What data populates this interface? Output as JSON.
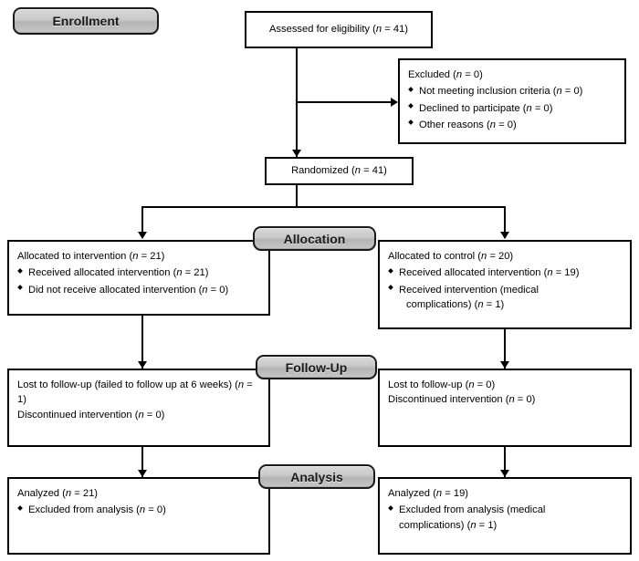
{
  "diagram": {
    "title": "CONSORT participant flow diagram",
    "type": "flowchart"
  },
  "stages": {
    "enrollment": "Enrollment",
    "allocation": "Allocation",
    "followup": "Follow-Up",
    "analysis": "Analysis"
  },
  "nodes": {
    "assessed": {
      "text": "Assessed for eligibility (",
      "n_italic": "n",
      "n_value": " = 41)"
    },
    "excluded": {
      "heading_pre": "Excluded (",
      "heading_n": "n",
      "heading_post": " = 0)",
      "items": [
        {
          "text": "Not meeting inclusion criteria (",
          "n": "n",
          "val": " = 0)"
        },
        {
          "text": "Declined to participate (",
          "n": "n",
          "val": " = 0)"
        },
        {
          "text": "Other reasons (",
          "n": "n",
          "val": " = 0)"
        }
      ]
    },
    "randomized": {
      "text": "Randomized (",
      "n_italic": "n",
      "n_value": " = 41)"
    },
    "alloc_intervention": {
      "heading_pre": "Allocated to intervention (",
      "heading_n": "n",
      "heading_post": " = 21)",
      "items": [
        {
          "text": "Received allocated intervention (",
          "n": "n",
          "val": " = 21)"
        },
        {
          "text": "Did not receive allocated intervention (",
          "n": "n",
          "val": " = 0)"
        }
      ]
    },
    "alloc_control": {
      "heading_pre": "Allocated to control (",
      "heading_n": "n",
      "heading_post": " = 20)",
      "items": [
        {
          "text": "Received allocated intervention (",
          "n": "n",
          "val": " = 19)"
        },
        {
          "text": "Received intervention (medical",
          "cont": "complications) (",
          "n": "n",
          "val": " = 1)"
        }
      ]
    },
    "followup_left": {
      "line1_pre": "Lost to follow-up (failed to follow up at 6 weeks) (",
      "line1_n": "n",
      "line1_post": " = 1)",
      "line2_pre": "Discontinued intervention (",
      "line2_n": "n",
      "line2_post": " = 0)"
    },
    "followup_right": {
      "line1_pre": "Lost to follow-up (",
      "line1_n": "n",
      "line1_post": " = 0)",
      "line2_pre": "Discontinued intervention (",
      "line2_n": "n",
      "line2_post": " = 0)"
    },
    "analysis_left": {
      "heading_pre": "Analyzed (",
      "heading_n": "n",
      "heading_post": " = 21)",
      "items": [
        {
          "text": "Excluded from analysis (",
          "n": "n",
          "val": " = 0)"
        }
      ]
    },
    "analysis_right": {
      "heading_pre": "Analyzed (",
      "heading_n": "n",
      "heading_post": " = 19)",
      "items": [
        {
          "text": "Excluded from analysis (medical",
          "cont": "complications) (",
          "n": "n",
          "val": " = 1)"
        }
      ]
    }
  },
  "colors": {
    "stroke": "#000000",
    "band_fill": "#c9c9c9",
    "box_fill": "#ffffff",
    "text": "#000000"
  }
}
